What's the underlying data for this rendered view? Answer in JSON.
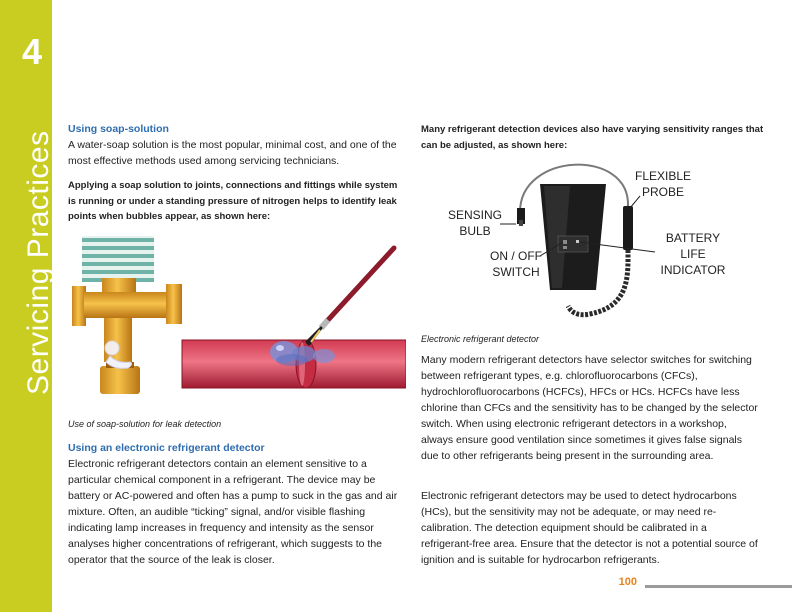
{
  "sidebar": {
    "chapter_number": "4",
    "chapter_title": "Servicing Practices"
  },
  "left": {
    "soap_heading": "Using soap-solution",
    "soap_body": "A water-soap solution is the most popular, minimal cost, and one of the most effective methods used among servicing technicians.",
    "soap_bold": "Applying a soap solution to joints, connections and fittings while system is running or under a standing pressure of nitrogen helps to identify leak points when bubbles appear, as shown here:",
    "soap_caption": "Use of soap-solution for leak detection",
    "detector_heading": "Using an electronic refrigerant detector",
    "detector_body": "Electronic refrigerant detectors contain an element sensitive to a particular chemical component in a refrigerant. The device may be battery or AC-powered and often has a pump to suck in the gas and air mixture. Often, an audible “ticking” signal, and/or visible flashing indicating lamp increases in frequency and intensity as the sensor analyses higher concentrations of refrigerant, which suggests to the operator that the source of the leak is closer."
  },
  "right": {
    "intro_bold": "Many refrigerant detection devices also have varying sensitivity ranges that can be adjusted, as shown here:",
    "labels": {
      "sensing_bulb": [
        "SENSING",
        "BULB"
      ],
      "flexible_probe": [
        "FLEXIBLE",
        "PROBE"
      ],
      "battery_indicator": [
        "BATTERY",
        "LIFE",
        "INDICATOR"
      ],
      "on_off_switch": [
        "ON / OFF",
        "SWITCH"
      ]
    },
    "detector_caption": "Electronic refrigerant detector",
    "para1": "Many modern refrigerant detectors have selector switches for switching between refrigerant types, e.g. chlorofluorocarbons (CFCs), hydrochlorofluorocarbons (HCFCs), HFCs or HCs. HCFCs have less chlorine than CFCs and the sensitivity has to be changed by the selector switch. When using electronic refrigerant detectors in a workshop, always ensure good ventilation since sometimes it gives false signals due to other refrigerants being present in the surrounding area.",
    "para2": "Electronic refrigerant detectors may be used to detect hydrocarbons (HCs), but the sensitivity may not be adequate, or may need re-calibration. The detection equipment should be calibrated in a refrigerant-free area. Ensure that the detector is not a potential source of ignition and is suitable for hydrocarbon refrigerants."
  },
  "footer": {
    "page_number": "100"
  },
  "colors": {
    "sidebar": "#c9cd22",
    "heading": "#2f6db0",
    "page_number": "#e8821e"
  }
}
